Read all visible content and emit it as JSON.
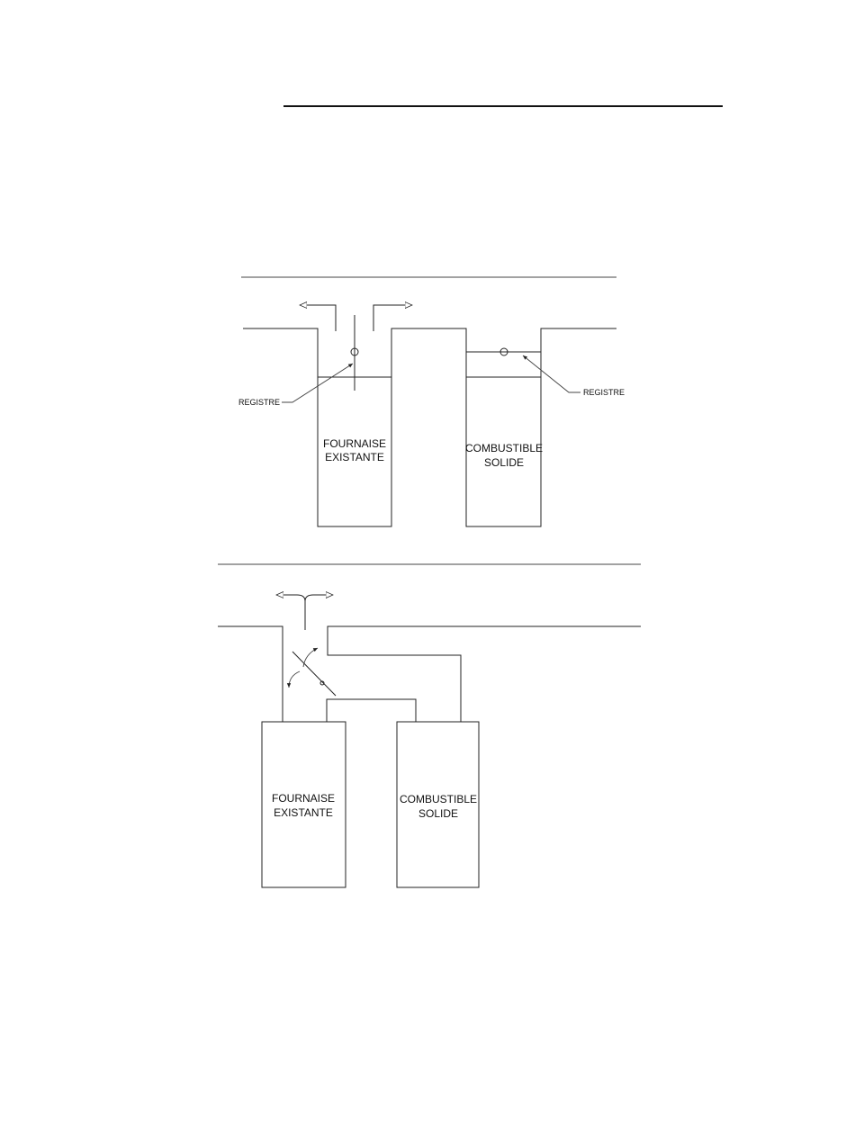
{
  "diagram_top": {
    "furnace_label": [
      "FOURNAISE",
      "EXISTANTE"
    ],
    "solid_label": [
      "COMBUSTIBLE",
      "SOLIDE"
    ],
    "damper_left_label": "REGISTRE",
    "damper_right_label": "REGISTRE"
  },
  "diagram_bottom": {
    "furnace_label": [
      "FOURNAISE",
      "EXISTANTE"
    ],
    "solid_label": [
      "COMBUSTIBLE",
      "SOLIDE"
    ]
  }
}
